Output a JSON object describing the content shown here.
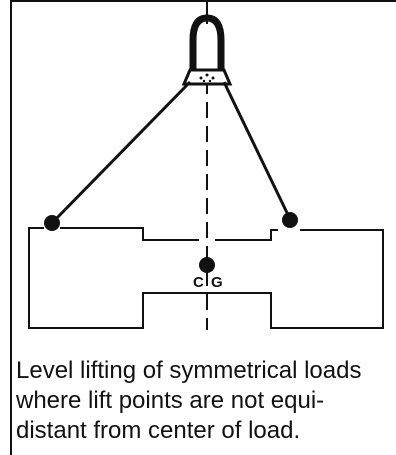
{
  "figure": {
    "center_of_gravity_label_left": "C",
    "center_of_gravity_label_right": "G",
    "caption_lines": [
      "Level lifting of symmetrical loads",
      "where lift points are not equi-",
      "distant from center of load."
    ]
  },
  "colors": {
    "line": "#111111",
    "background": "#ffffff"
  }
}
